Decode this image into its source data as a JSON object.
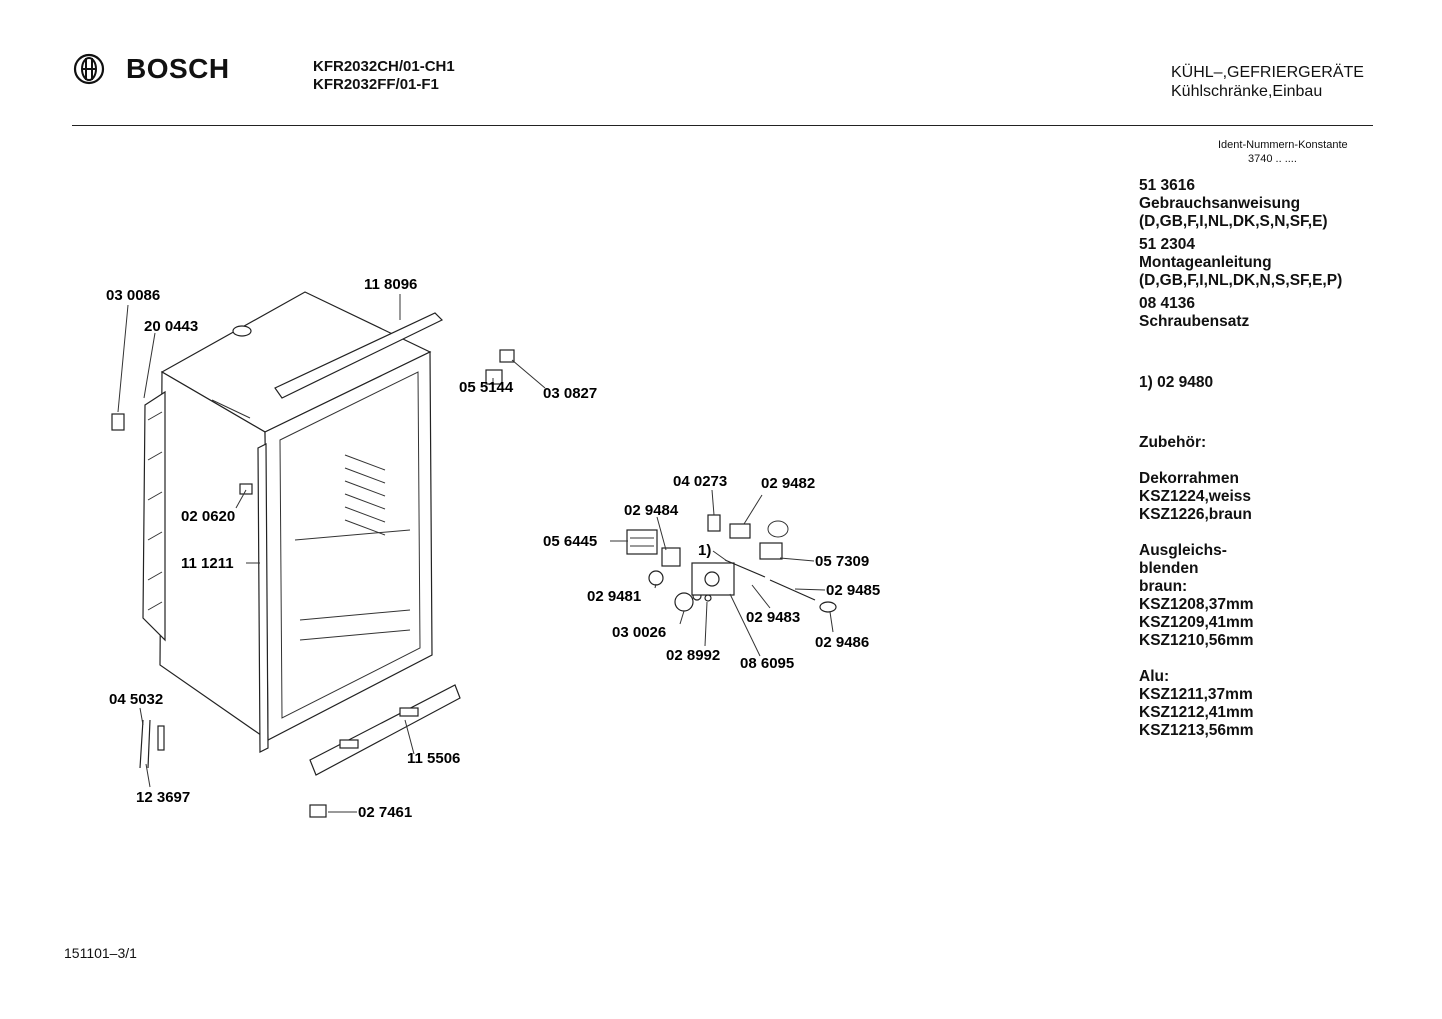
{
  "header": {
    "brand": "BOSCH",
    "models": [
      "KFR2032CH/01-CH1",
      "KFR2032FF/01-F1"
    ],
    "category_title": "KÜHL–,GEFRIERGERÄTE",
    "category_subtitle": "Kühlschränke,Einbau"
  },
  "ident": {
    "label": "Ident-Nummern-Konstante",
    "value": "3740 .. ...."
  },
  "documents": [
    {
      "number": "51 3616",
      "title": "Gebrauchsanweisung",
      "languages": "(D,GB,F,I,NL,DK,S,N,SF,E)"
    },
    {
      "number": "51 2304",
      "title": "Montageanleitung",
      "languages": "(D,GB,F,I,NL,DK,N,S,SF,E,P)"
    },
    {
      "number": "08 4136",
      "title": "Schraubensatz"
    }
  ],
  "footnote": "1) 02 9480",
  "accessories": {
    "heading": "Zubehör:",
    "decor_title": "Dekorrahmen",
    "decor_items": [
      "KSZ1224,weiss",
      "KSZ1226,braun"
    ],
    "blend_title_1": "Ausgleichs-",
    "blend_title_2": "blenden",
    "blend_color": "braun:",
    "blend_braun": [
      "KSZ1208,37mm",
      "KSZ1209,41mm",
      "KSZ1210,56mm"
    ],
    "alu_title": "Alu:",
    "alu_items": [
      "KSZ1211,37mm",
      "KSZ1212,41mm",
      "KSZ1213,56mm"
    ]
  },
  "callouts": {
    "p030086": "03 0086",
    "p200443": "20 0443",
    "p118096": "11 8096",
    "p030827": "03 0827",
    "p055144": "05 5144",
    "p020620": "02 0620",
    "p111211": "11 1211",
    "p045032": "04 5032",
    "p123697": "12 3697",
    "p115506": "11 5506",
    "p027461": "02 7461",
    "p040273": "04 0273",
    "p029482": "02 9482",
    "p029484": "02 9484",
    "p056445": "05 6445",
    "p057309": "05 7309",
    "p029485": "02 9485",
    "p029481": "02 9481",
    "p029483": "02 9483",
    "p030026": "03 0026",
    "p029486": "02 9486",
    "p028992": "02 8992",
    "p086095": "08 6095",
    "ref1": "1)"
  },
  "doc_id": "151101–3/1"
}
